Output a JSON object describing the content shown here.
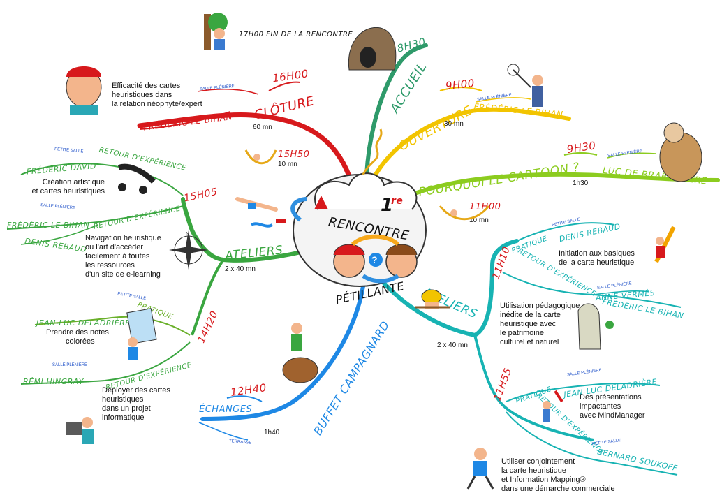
{
  "colors": {
    "closing": "#d7191c",
    "welcome": "#2e9a6a",
    "opening": "#f2c400",
    "cartoon": "#8ccc1f",
    "workshops_right": "#17b3b3",
    "buffet": "#1e88e5",
    "workshops_left": "#3aa640",
    "workshops_left_sub": "#6ab02a"
  },
  "center": {
    "line1": "1",
    "line1_sup": "re",
    "line2": "RENCONTRE",
    "line3": "PÉTILLANTE"
  },
  "top_note": "17H00 FIN DE LA RENCONTRE",
  "closing": {
    "label": "CLÔTURE",
    "time": "16H00",
    "room": "SALLE PLÉNIÈRE",
    "speaker": "FRÉDÉRIC LE BIHAN",
    "duration": "60 mn",
    "desc": [
      "Efficacité des cartes",
      "heuristiques dans",
      "la relation néophyte/expert"
    ]
  },
  "welcome": {
    "label": "ACCUEIL",
    "time": "8H30"
  },
  "opening": {
    "label": "OUVERTURE",
    "time": "9H00",
    "room": "SALLE PLÉNIÈRE",
    "speaker": "FRÉDÉRIC LE BIHAN",
    "duration": "30 mn"
  },
  "cartoon": {
    "label": "POURQUOI LE CARTOON ?",
    "time": "9H30",
    "room": "SALLE PLÉNIÈRE",
    "speaker": "LUC DE BRABANDÈRE",
    "duration": "1h30"
  },
  "break_am": {
    "time": "11H00",
    "duration": "10 mn"
  },
  "break_pm": {
    "time": "15H50",
    "duration": "10 mn"
  },
  "workshops_right": {
    "label": "ATELIERS",
    "duration": "2 x 40 mn",
    "sessions": [
      {
        "time": "11H10",
        "items": [
          {
            "type": "PRATIQUE",
            "room": "PETITE SALLE",
            "speaker": "DENIS REBAUD",
            "desc": [
              "Initiation aux basiques",
              "de la carte heuristique"
            ]
          },
          {
            "type": "RETOUR D'EXPÉRIENCE",
            "room": "SALLE PLÉNIÈRE",
            "speakers": [
              "ANNE VERMÈS",
              "FRÉDÉRIC LE BIHAN"
            ],
            "desc": [
              "Utilisation pédagogique",
              "inédite de la carte",
              "heuristique avec",
              "le patrimoine",
              "culturel et naturel"
            ]
          }
        ]
      },
      {
        "time": "11H55",
        "items": [
          {
            "type": "PRATIQUE",
            "room": "SALLE PLÉNIÈRE",
            "speaker": "JEAN-LUC DELADRIÈRE",
            "desc": [
              "Des présentations",
              "impactantes",
              "avec MindManager"
            ]
          },
          {
            "type": "RETOUR D'EXPÉRIENCE",
            "room": "PETITE SALLE",
            "speaker": "BERNARD SOUKOFF",
            "desc": [
              "Utiliser conjointement",
              "la carte heuristique",
              "et Information Mapping®",
              "dans une démarche commerciale"
            ]
          }
        ]
      }
    ]
  },
  "buffet": {
    "label": "BUFFET CAMPAGNARD",
    "time": "12H40",
    "sub": "ÉCHANGES",
    "place": "TERRASSE",
    "duration": "1h40"
  },
  "workshops_left": {
    "label": "ATELIERS",
    "duration": "2 x 40 mn",
    "sessions": [
      {
        "time": "15H05",
        "items": [
          {
            "type": "RETOUR D'EXPÉRIENCE",
            "room": "PETITE SALLE",
            "speaker": "FRÉDÉRIC DAVID",
            "desc": [
              "Création artistique",
              "et cartes heuristiques"
            ]
          },
          {
            "type": "RETOUR D'EXPÉRIENCE",
            "room": "SALLE PLÉNIÈRE",
            "speakers": [
              "FRÉDÉRIC LE BIHAN",
              "DENIS REBAUD"
            ],
            "desc": [
              "Navigation heuristique",
              "ou l'art d'accéder",
              "facilement à toutes",
              "les ressources",
              "d'un site de e-learning"
            ]
          }
        ]
      },
      {
        "time": "14H20",
        "items": [
          {
            "type": "PRATIQUE",
            "room": "PETITE SALLE",
            "speaker": "JEAN-LUC DELADRIÈRE",
            "desc": [
              "Prendre des notes",
              "colorées"
            ]
          },
          {
            "type": "RETOUR D'EXPÉRIENCE",
            "room": "SALLE PLÉNIÈRE",
            "speaker": "RÉMI HINGRAY",
            "desc": [
              "Déployer des cartes",
              "heuristiques",
              "dans un projet",
              "informatique"
            ]
          }
        ]
      }
    ]
  },
  "icons": [
    "hiker-cartoon-icon",
    "thinking-man-icon",
    "cave-entrance-icon",
    "butterfly-catcher-icon",
    "caveman-icon",
    "hammock-icon",
    "swimmer-icon",
    "compass-rose-icon",
    "music-notes-icon",
    "painter-easel-icon",
    "computer-user-icon",
    "wine-barrel-icon",
    "pencil-man-icon",
    "standing-stone-icon",
    "rocket-launch-icon",
    "running-man-icon",
    "worker-hardhat-icon"
  ]
}
